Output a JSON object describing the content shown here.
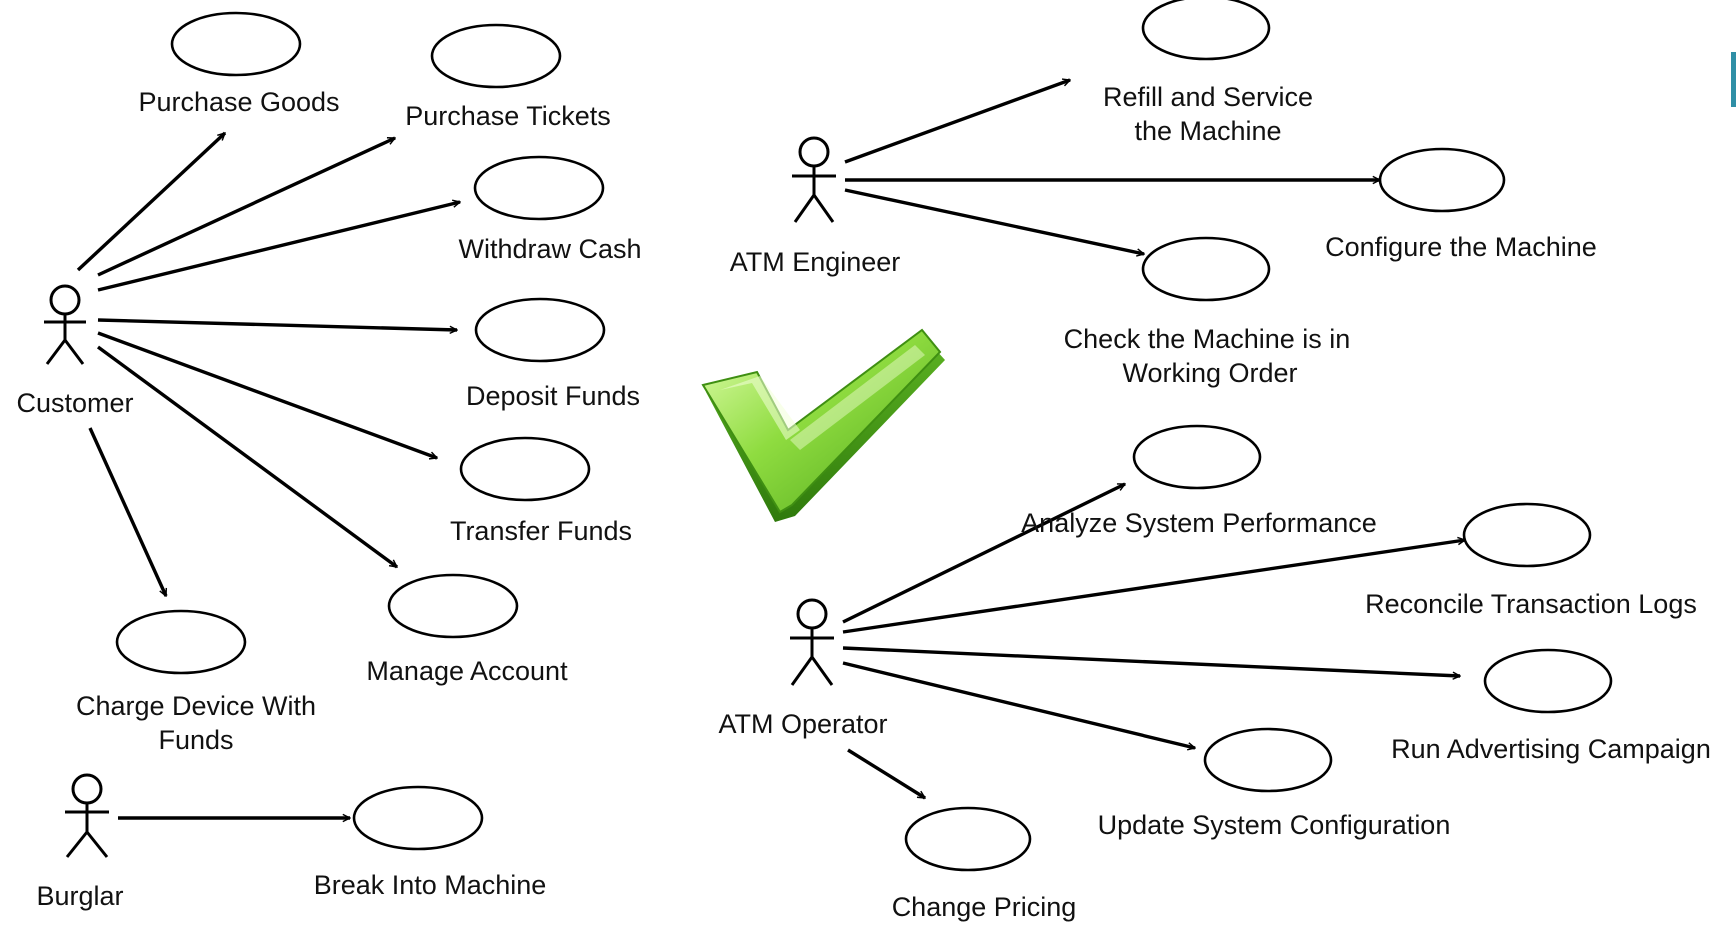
{
  "actors": {
    "customer": "Customer",
    "burglar": "Burglar",
    "engineer": "ATM Engineer",
    "operator": "ATM Operator"
  },
  "use_cases": {
    "purchase_goods": "Purchase Goods",
    "purchase_tickets": "Purchase Tickets",
    "withdraw_cash": "Withdraw Cash",
    "deposit_funds": "Deposit Funds",
    "transfer_funds": "Transfer Funds",
    "manage_account": "Manage Account",
    "charge_device_1": "Charge Device With",
    "charge_device_2": "Funds",
    "break_into_machine": "Break Into Machine",
    "refill_service_1": "Refill and Service",
    "refill_service_2": "the Machine",
    "configure_machine": "Configure the Machine",
    "check_machine_1": "Check the Machine is in",
    "check_machine_2": "Working Order",
    "analyze_performance": "Analyze System Performance",
    "reconcile_logs": "Reconcile Transaction Logs",
    "run_advertising": "Run Advertising Campaign",
    "update_config": "Update System Configuration",
    "change_pricing": "Change Pricing"
  },
  "colors": {
    "checkmark_light": "#c6f27a",
    "checkmark_mid": "#7fd03a",
    "checkmark_dark": "#3f8f12",
    "edge_strip": "#2f8fa6"
  },
  "icons": {
    "checkmark": "checkmark-icon"
  }
}
